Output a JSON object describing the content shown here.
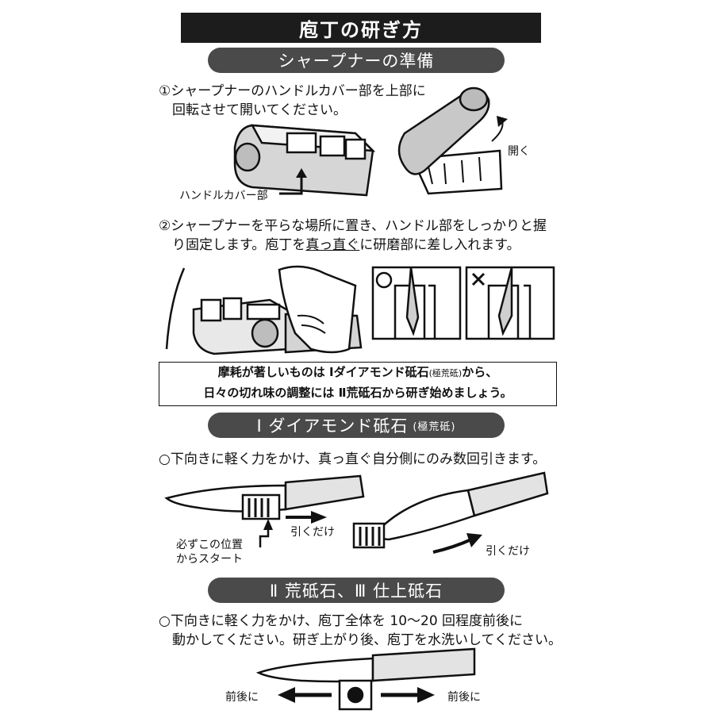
{
  "header": {
    "title": "庖丁の研ぎ方"
  },
  "section1": {
    "pill": "シャープナーの準備",
    "step1": [
      "①シャープナーのハンドルカバー部を上部に",
      "　回転させて開いてください。"
    ],
    "callout_handle": "ハンドルカバー部",
    "callout_open": "開く",
    "step2_line1": "②シャープナーを平らな場所に置き、ハンドル部をしっかりと握",
    "step2_pre": "　り固定します。庖丁を",
    "step2_underlined": "真っ直ぐ",
    "step2_post": "に研磨部に差し入れます。",
    "ok_mark": "○",
    "ng_mark": "×"
  },
  "note": {
    "line1_a": "摩耗が著しいものは Ⅰダイアモンド砥石",
    "line1_small": "(極荒砥)",
    "line1_b": "から、",
    "line2": "日々の切れ味の調整には Ⅱ荒砥石から研ぎ始めましょう。"
  },
  "section2": {
    "pill": "Ⅰ ダイアモンド砥石",
    "pill_small": "(極荒砥)",
    "instruction": "○下向きに軽く力をかけ、真っ直ぐ自分側にのみ数回引きます。",
    "pull_only_1": "引くだけ",
    "pull_only_2": "引くだけ",
    "start_note": [
      "必ずこの位置",
      "からスタート"
    ]
  },
  "section3": {
    "pill": "Ⅱ 荒砥石、Ⅲ 仕上砥石",
    "instruction": [
      "○下向きに軽く力をかけ、庖丁全体を 10～20 回程度前後に",
      "　動かしてください。研ぎ上がり後、庖丁を水洗いしてください。"
    ],
    "back_forth_left": "前後に",
    "back_forth_right": "前後に"
  }
}
